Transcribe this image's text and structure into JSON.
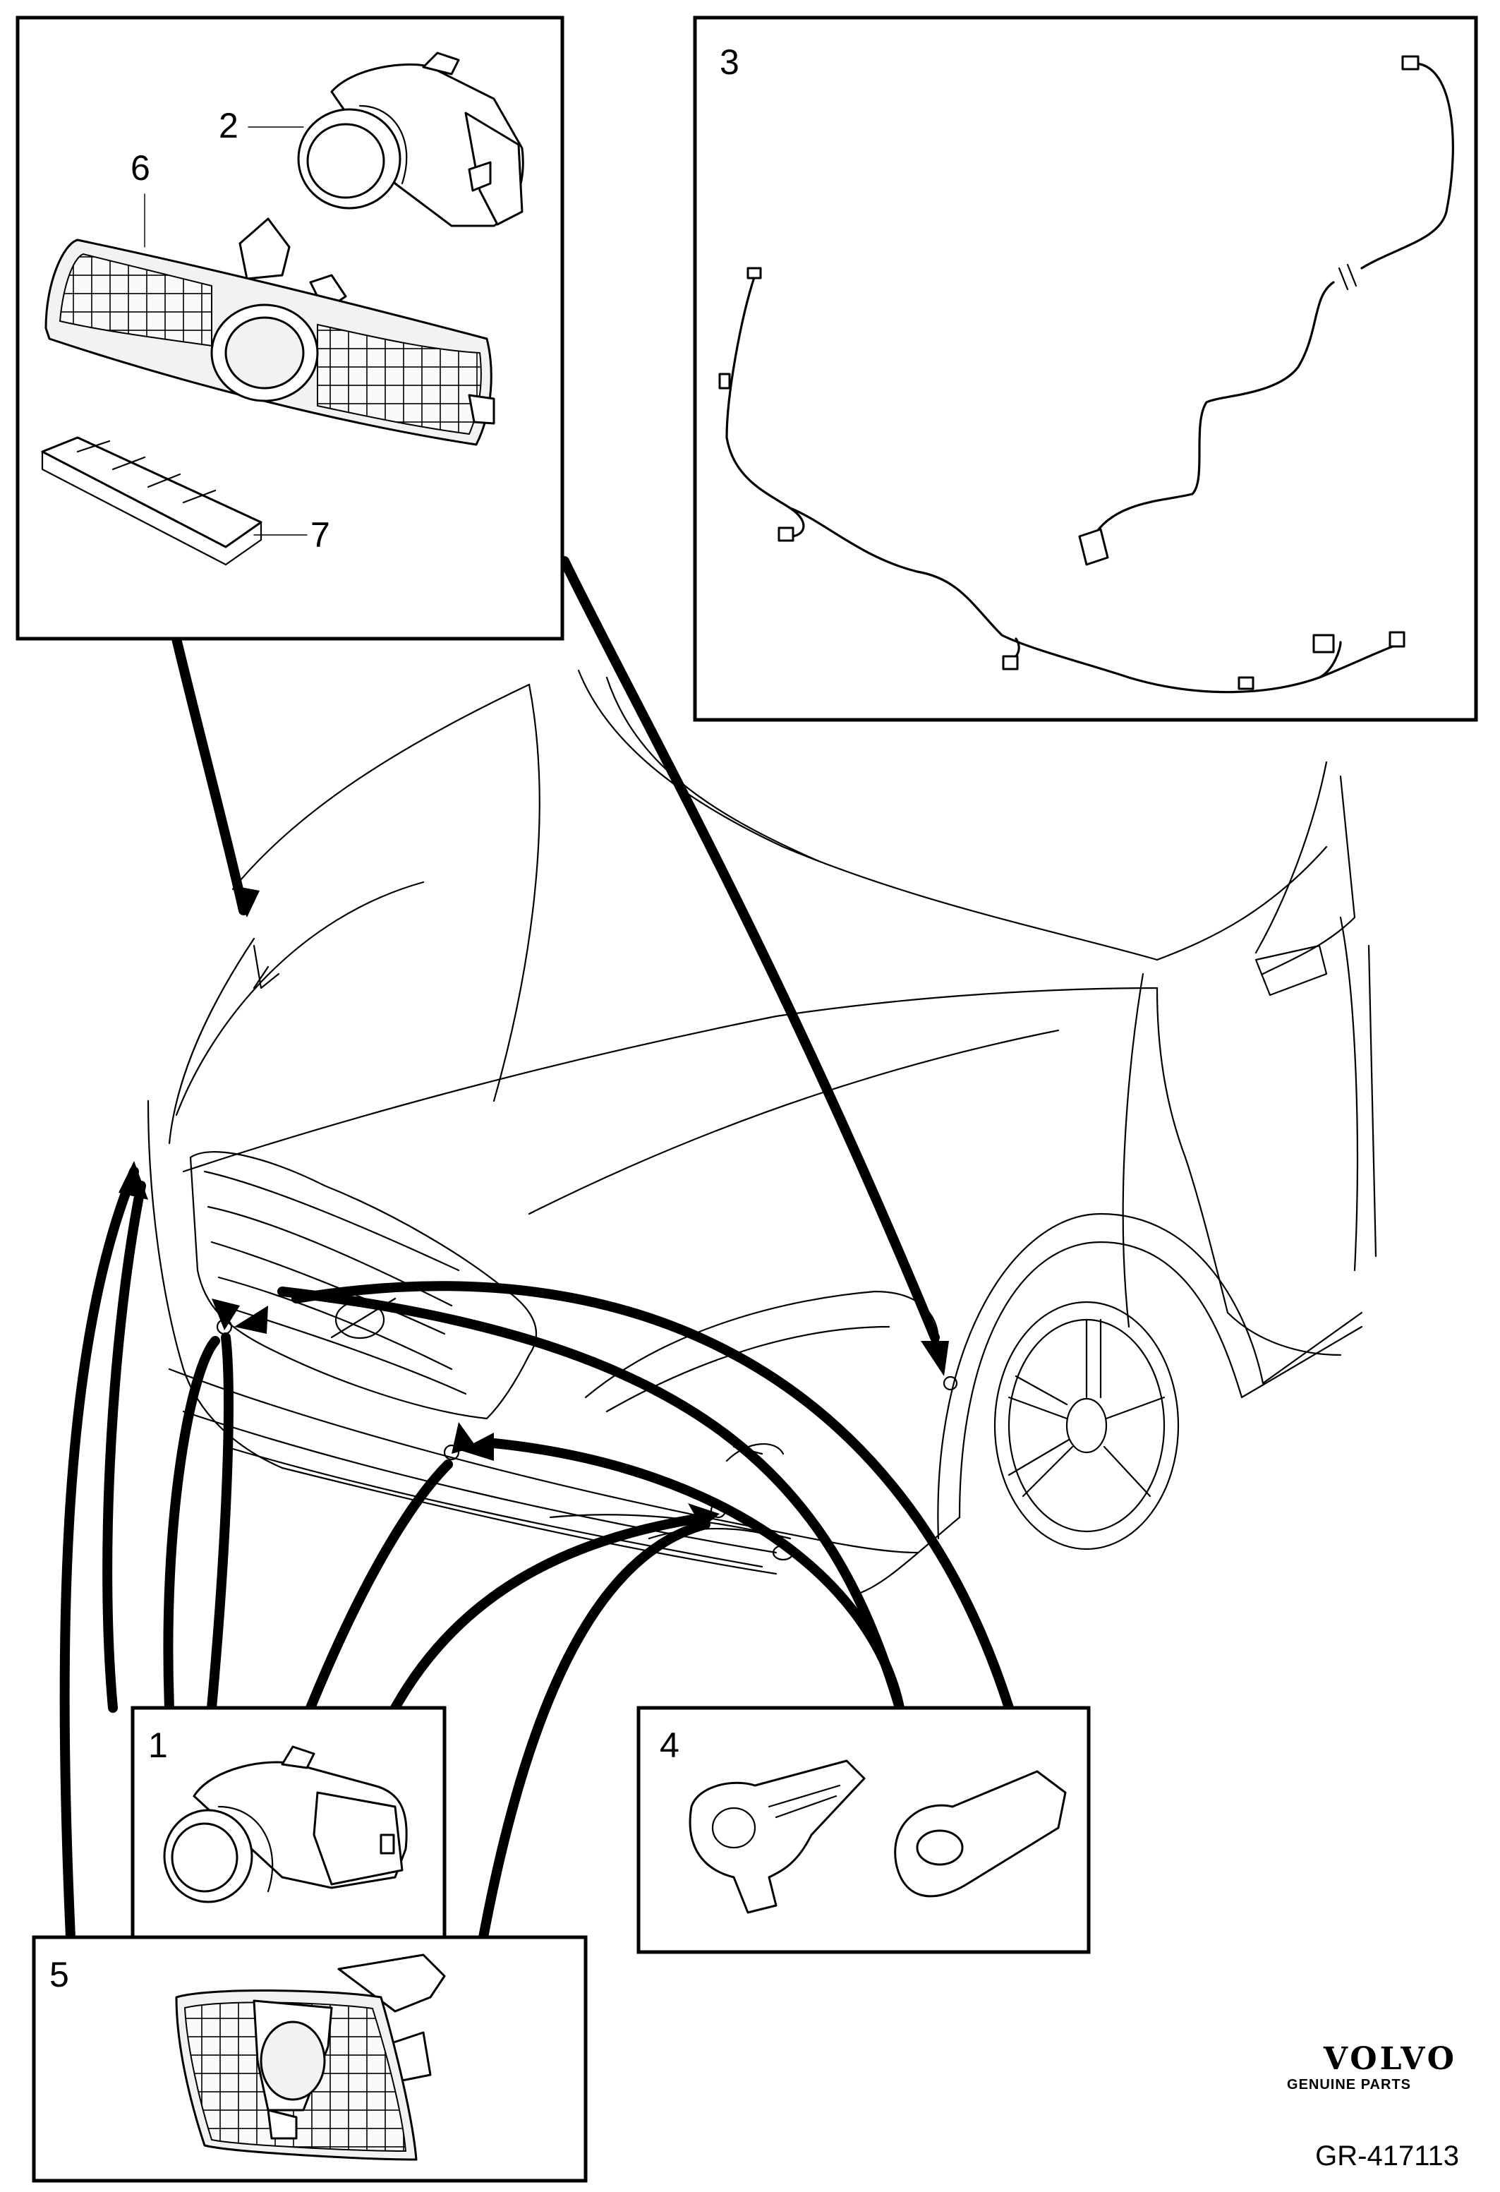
{
  "callouts": {
    "c1": "1",
    "c2": "2",
    "c3": "3",
    "c4": "4",
    "c5": "5",
    "c6": "6",
    "c7": "7"
  },
  "brand": {
    "logo": "VOLVO",
    "tagline": "GENUINE PARTS"
  },
  "reference": "GR-417113"
}
